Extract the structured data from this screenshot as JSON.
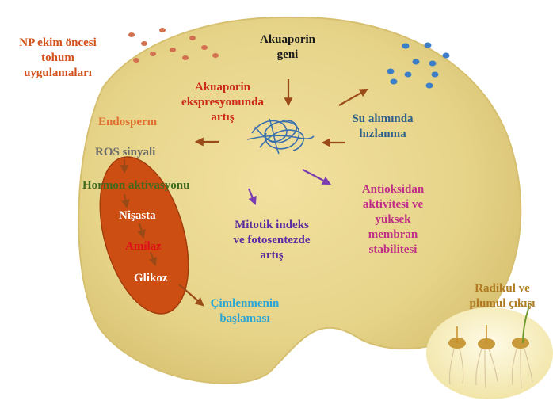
{
  "labels": {
    "np_treatment": [
      "NP ekim öncesi",
      "tohum",
      "uygulamaları"
    ],
    "aquaporin_gene": [
      "Akuaporin",
      "geni"
    ],
    "aquaporin_expression": [
      "Akuaporin",
      "ekspresyonunda",
      "artış"
    ],
    "endosperm": "Endosperm",
    "ros_signal": "ROS sinyali",
    "hormone_activation": "Hormon aktivasyonu",
    "starch": "Nişasta",
    "amylase": "Amilaz",
    "glucose": "Glikoz",
    "germination_start": [
      "Çimlenmenin",
      "başlaması"
    ],
    "water_uptake": [
      "Su alımında",
      "hızlanma"
    ],
    "antioxidant": [
      "Antioksidan",
      "aktivitesi ve",
      "yüksek",
      "membran",
      "stabilitesi"
    ],
    "mitotic": [
      "Mitotik indeks",
      "ve fotosentezde",
      "artış"
    ],
    "radicle": [
      "Radikul ve",
      "plumul çıkışı"
    ]
  },
  "colors": {
    "seed_fill": "#e6d489",
    "seed_stroke": "#d6c070",
    "endosperm_oval": "#cc4e12",
    "np_text": "#d3521c",
    "aquaporin_expression_text": "#cc2a1a",
    "endosperm_text": "#e07030",
    "ros_text": "#6a6a6a",
    "hormone_text": "#3e6b1e",
    "white_text": "#ffffff",
    "amylase_text": "#e0101a",
    "germination_text": "#29a6d6",
    "water_text": "#2d5f8a",
    "antioxidant_text": "#bf2f87",
    "mitotic_text": "#5a2ca0",
    "radicle_text": "#b07a22",
    "arrow_brown": "#9a4a16",
    "arrow_purple": "#7a3bb0",
    "np_particle": "#d27050",
    "water_particle": "#3c7fc8",
    "gene_tangle": "#3b6fae"
  }
}
